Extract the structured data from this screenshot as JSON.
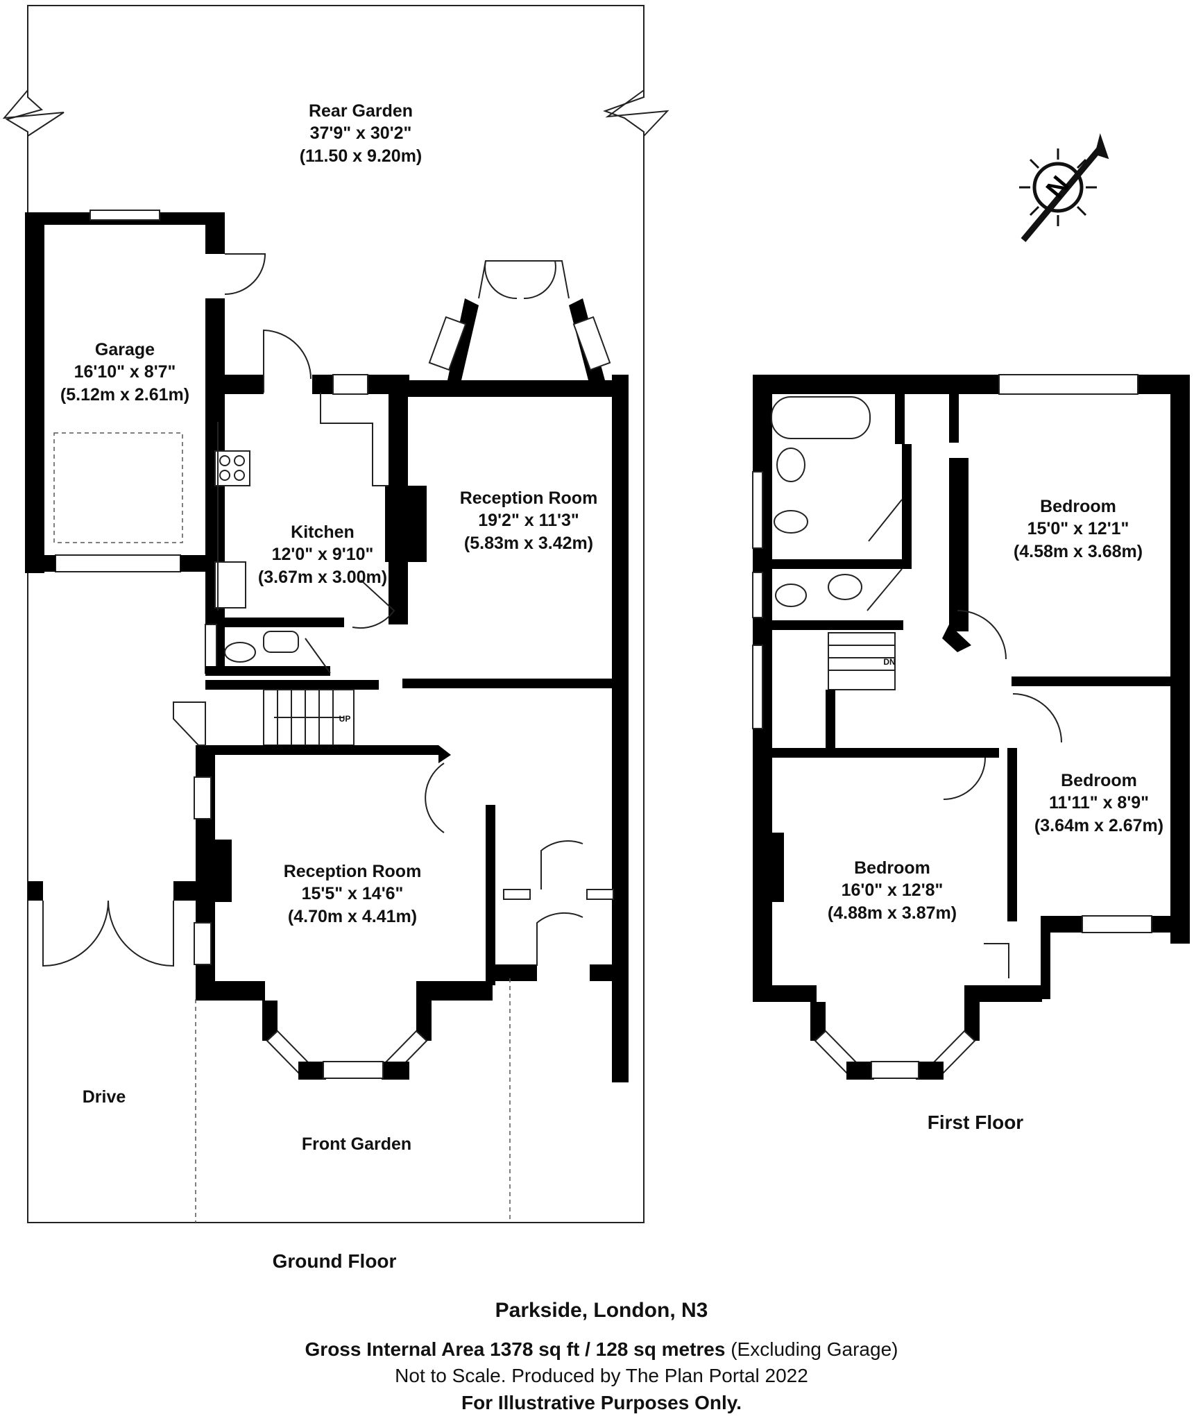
{
  "ground_floor": {
    "label": "Ground Floor",
    "rooms": {
      "rear_garden": {
        "name": "Rear Garden",
        "imperial": "37'9\" x 30'2\"",
        "metric": "(11.50 x 9.20m)"
      },
      "garage": {
        "name": "Garage",
        "imperial": "16'10\" x 8'7\"",
        "metric": "(5.12m x 2.61m)"
      },
      "kitchen": {
        "name": "Kitchen",
        "imperial": "12'0\" x 9'10\"",
        "metric": "(3.67m x 3.00m)"
      },
      "reception_rear": {
        "name": "Reception Room",
        "imperial": "19'2\" x 11'3\"",
        "metric": "(5.83m x 3.42m)"
      },
      "reception_front": {
        "name": "Reception Room",
        "imperial": "15'5\" x 14'6\"",
        "metric": "(4.70m x 4.41m)"
      },
      "drive": {
        "name": "Drive"
      },
      "front_garden": {
        "name": "Front Garden"
      }
    },
    "stair_label": "UP"
  },
  "first_floor": {
    "label": "First Floor",
    "rooms": {
      "bedroom_rear": {
        "name": "Bedroom",
        "imperial": "15'0\" x 12'1\"",
        "metric": "(4.58m x 3.68m)"
      },
      "bedroom_small": {
        "name": "Bedroom",
        "imperial": "11'11\" x 8'9\"",
        "metric": "(3.64m x 2.67m)"
      },
      "bedroom_front": {
        "name": "Bedroom",
        "imperial": "16'0\" x 12'8\"",
        "metric": "(4.88m x 3.87m)"
      }
    },
    "stair_label": "DN"
  },
  "compass": {
    "letter": "N",
    "icon": "north-compass-icon"
  },
  "footer": {
    "address": "Parkside, London, N3",
    "area": "Gross Internal Area 1378 sq ft / 128 sq metres",
    "area_note": "(Excluding Garage)",
    "credit": "Not to Scale. Produced by The Plan Portal 2022",
    "disclaimer": "For Illustrative Purposes Only."
  }
}
